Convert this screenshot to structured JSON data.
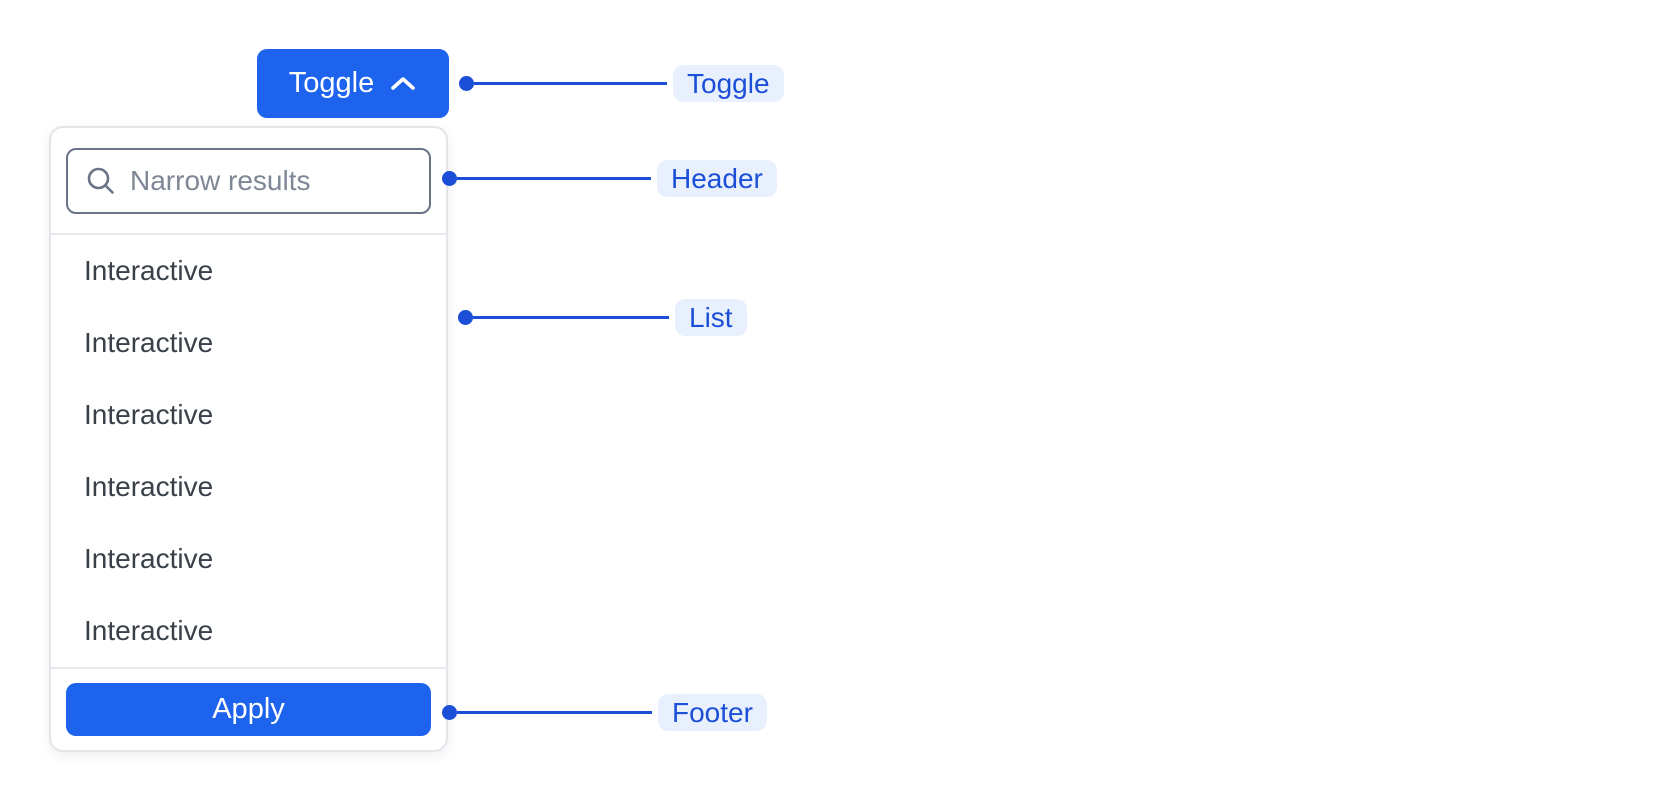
{
  "colors": {
    "button_blue": "#1D63ED",
    "annotation_blue": "#1C4FD8",
    "annotation_pill_bg": "#E9F0FD",
    "panel_border": "#E3E5EA",
    "divider": "#E7E9ED",
    "input_border": "#6A7487",
    "list_text": "#394049",
    "placeholder_text": "#7E8795"
  },
  "toggle_button": {
    "label": "Toggle",
    "icon": "chevron-up-icon"
  },
  "dropdown": {
    "header": {
      "search": {
        "icon": "search-icon",
        "placeholder": "Narrow results",
        "value": ""
      }
    },
    "list": {
      "items": [
        "Interactive",
        "Interactive",
        "Interactive",
        "Interactive",
        "Interactive",
        "Interactive"
      ]
    },
    "footer": {
      "apply_label": "Apply"
    }
  },
  "annotations": [
    {
      "target": "toggle",
      "label": "Toggle"
    },
    {
      "target": "header",
      "label": "Header"
    },
    {
      "target": "list",
      "label": "List"
    },
    {
      "target": "footer",
      "label": "Footer"
    }
  ]
}
